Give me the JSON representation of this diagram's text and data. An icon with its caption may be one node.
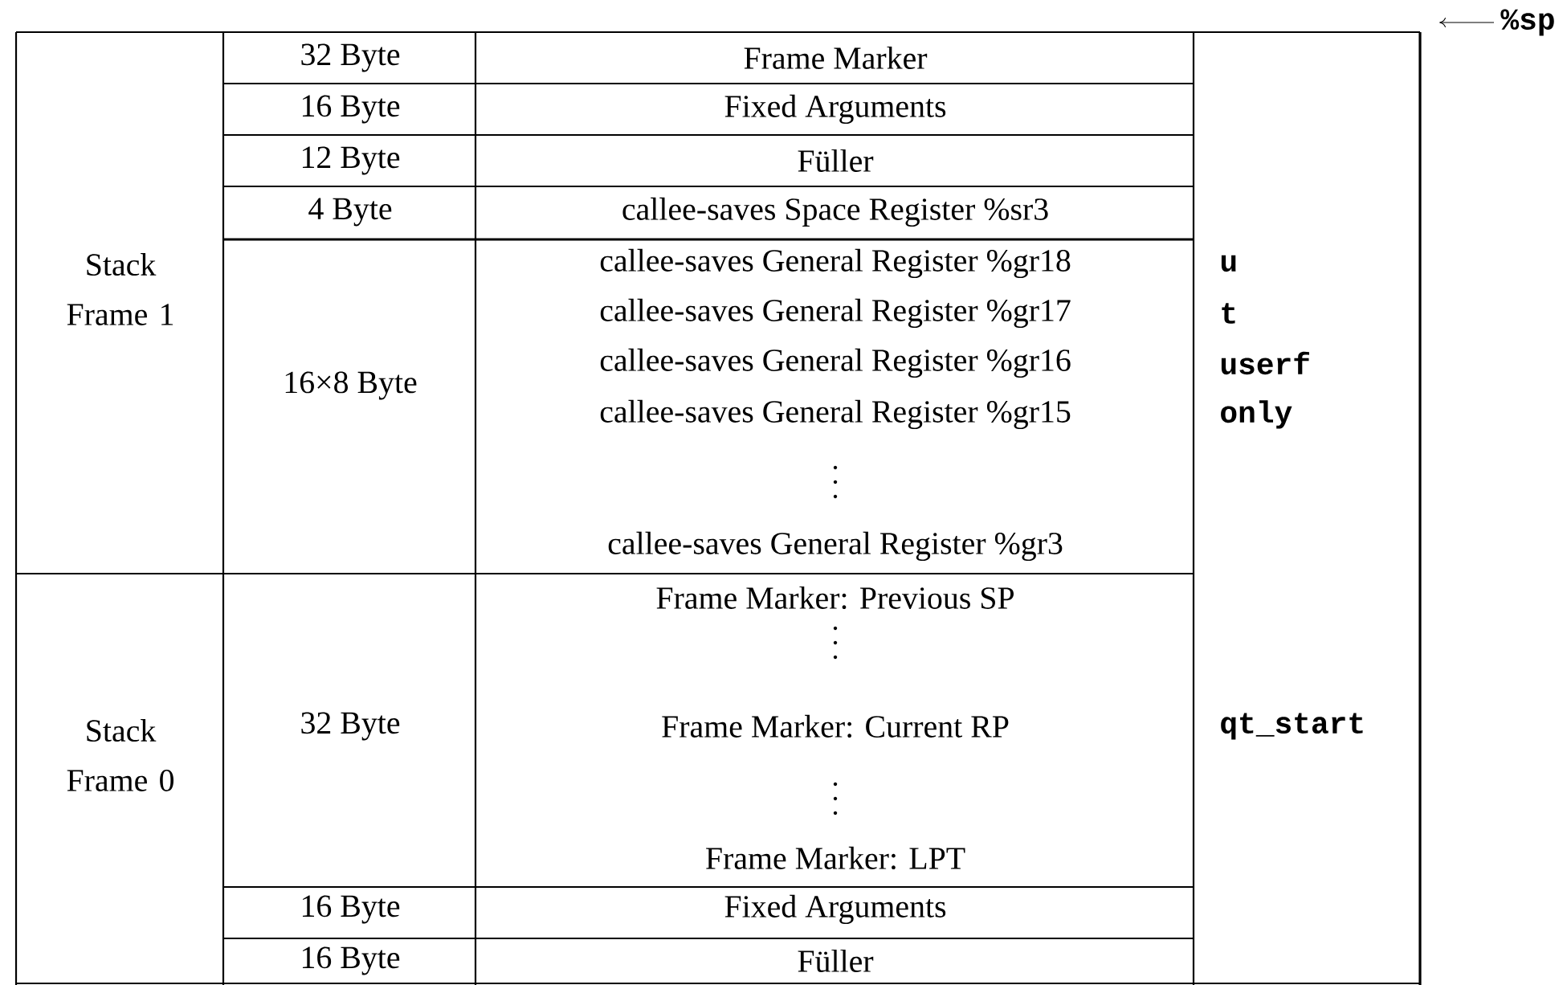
{
  "diagram": {
    "labels": [
      "%sp",
      "32 Byte",
      "Frame Marker",
      "16 Byte",
      "Fixed Arguments",
      "12 Byte",
      "Füller",
      "4 Byte",
      "callee-saves Space Register %sr3",
      "Stack Frame 1",
      "callee-saves General Register %gr18",
      "u",
      "callee-saves General Register %gr17",
      "t",
      "16×8 Byte",
      "callee-saves General Register %gr16",
      "userf",
      "callee-saves General Register %gr15",
      "only",
      "callee-saves General Register %gr3",
      "Frame Marker: Previous SP",
      "Stack Frame 0",
      "32 Byte",
      "Frame Marker: Current RP",
      "qt_start",
      "Frame Marker: LPT",
      "16 Byte",
      "Fixed Arguments",
      "16 Byte",
      "Füller"
    ]
  }
}
